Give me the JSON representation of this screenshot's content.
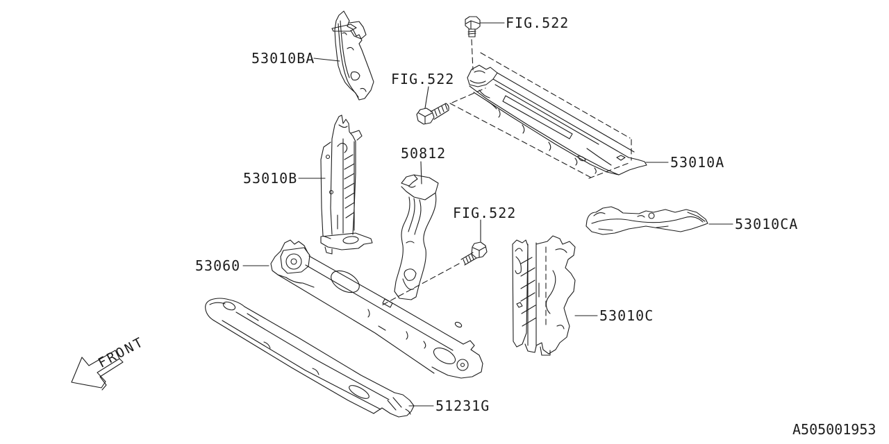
{
  "diagram": {
    "doc_number": "A505001953",
    "front_label": "FRONT",
    "colors": {
      "line": "#1c1c1c",
      "background": "#ffffff",
      "text": "#1c1c1c"
    },
    "callouts": {
      "part_53010ba": "53010BA",
      "part_53010b": "53010B",
      "part_50812": "50812",
      "part_53010a": "53010A",
      "part_53010ca": "53010CA",
      "part_53060": "53060",
      "part_53010c": "53010C",
      "part_51231g": "51231G",
      "fig_522": "FIG.522"
    },
    "parts_visible": [
      "53010BA",
      "53010B",
      "50812",
      "53010A",
      "53010CA",
      "53060",
      "53010C",
      "51231G"
    ],
    "fig_reference_count": 3
  }
}
